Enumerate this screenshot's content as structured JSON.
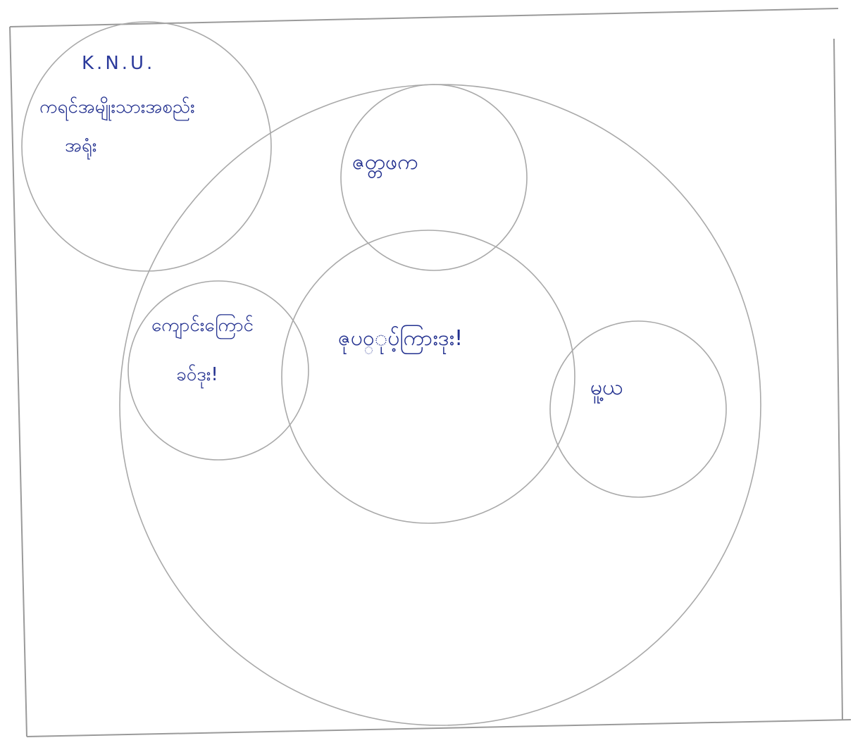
{
  "circles": [
    {
      "id": "knu",
      "lines": [
        "K.N.U.",
        "ကရင်အမျိုးသားအစည်း",
        "အရုံး"
      ]
    },
    {
      "id": "top",
      "lines": [
        "ဇတ္တဖက"
      ]
    },
    {
      "id": "center",
      "lines": [
        "ဇုပဝ္ုပ့်ကြားဒုး!"
      ]
    },
    {
      "id": "left",
      "lines": [
        "ကျောင်းကြောင်",
        "ခဝ်ဒုး!"
      ]
    },
    {
      "id": "right",
      "lines": [
        "မူ့ယ"
      ]
    }
  ]
}
